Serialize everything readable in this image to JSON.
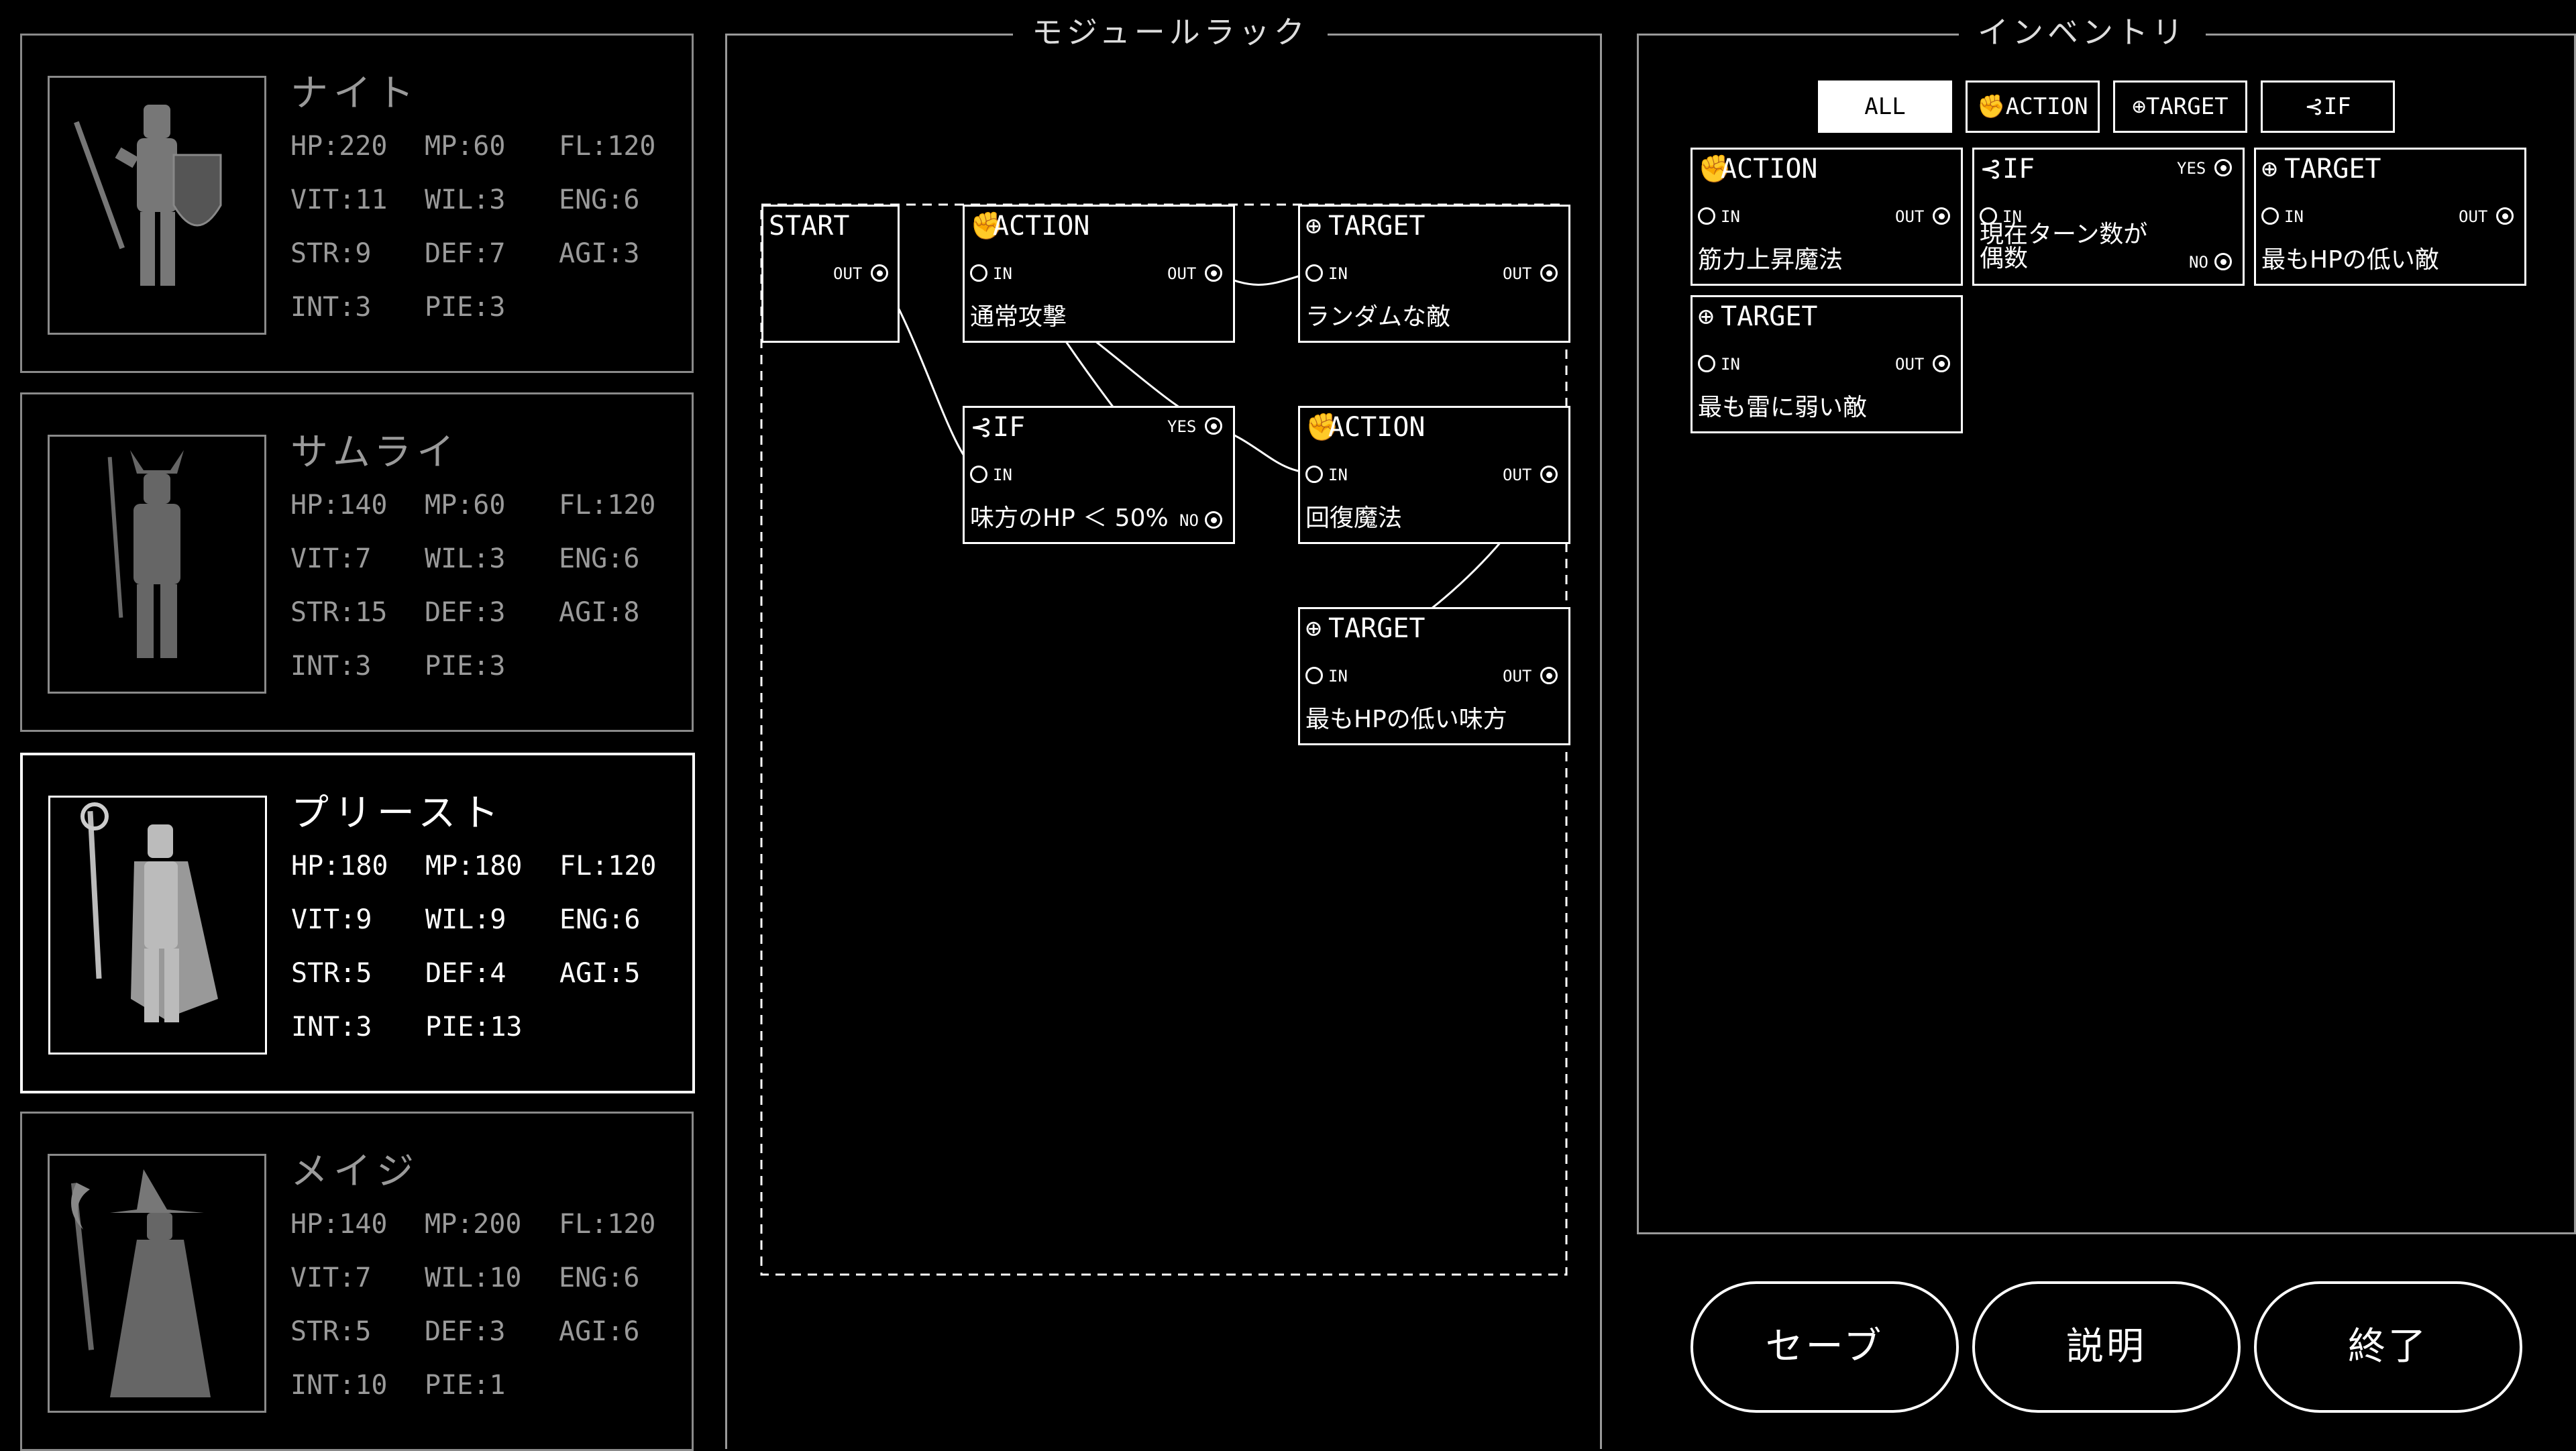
{
  "rack": {
    "title": "モジュールラック"
  },
  "inventory": {
    "title": "インベントリ",
    "filters": [
      {
        "label": "ALL",
        "icon": ""
      },
      {
        "label": "ACTION",
        "icon": "✊"
      },
      {
        "label": "TARGET",
        "icon": "⊕"
      },
      {
        "label": "IF",
        "icon": "⊰"
      }
    ]
  },
  "characters": [
    {
      "name": "ナイト",
      "hp": "HP:220",
      "mp": "MP:60",
      "fl": "FL:120",
      "vit": "VIT:11",
      "wil": "WIL:3",
      "eng": "ENG:6",
      "str": "STR:9",
      "def": "DEF:7",
      "agi": "AGI:3",
      "int": "INT:3",
      "pie": "PIE:3"
    },
    {
      "name": "サムライ",
      "hp": "HP:140",
      "mp": "MP:60",
      "fl": "FL:120",
      "vit": "VIT:7",
      "wil": "WIL:3",
      "eng": "ENG:6",
      "str": "STR:15",
      "def": "DEF:3",
      "agi": "AGI:8",
      "int": "INT:3",
      "pie": "PIE:3"
    },
    {
      "name": "プリースト",
      "hp": "HP:180",
      "mp": "MP:180",
      "fl": "FL:120",
      "vit": "VIT:9",
      "wil": "WIL:9",
      "eng": "ENG:6",
      "str": "STR:5",
      "def": "DEF:4",
      "agi": "AGI:5",
      "int": "INT:3",
      "pie": "PIE:13"
    },
    {
      "name": "メイジ",
      "hp": "HP:140",
      "mp": "MP:200",
      "fl": "FL:120",
      "vit": "VIT:7",
      "wil": "WIL:10",
      "eng": "ENG:6",
      "str": "STR:5",
      "def": "DEF:3",
      "agi": "AGI:6",
      "int": "INT:10",
      "pie": "PIE:1"
    }
  ],
  "selected_character": "プリースト",
  "ports": {
    "in": "IN",
    "out": "OUT",
    "yes": "YES",
    "no": "NO"
  },
  "nodes": {
    "start": {
      "label": "START"
    },
    "action1": {
      "type": "ACTION",
      "desc": "通常攻撃"
    },
    "target1": {
      "type": "TARGET",
      "desc": "ランダムな敵"
    },
    "if1": {
      "type": "IF",
      "desc": "味方のHP ＜ 50%"
    },
    "action2": {
      "type": "ACTION",
      "desc": "回復魔法"
    },
    "target2": {
      "type": "TARGET",
      "desc": "最もHPの低い味方"
    }
  },
  "inventory_items": [
    {
      "type": "ACTION",
      "desc": "筋力上昇魔法"
    },
    {
      "type": "IF",
      "desc_line1": "現在ターン数が",
      "desc_line2": "偶数"
    },
    {
      "type": "TARGET",
      "desc": "最もHPの低い敵"
    },
    {
      "type": "TARGET",
      "desc": "最も雷に弱い敵"
    }
  ],
  "buttons": {
    "save": "セーブ",
    "help": "説明",
    "quit": "終了"
  },
  "icons": {
    "action": "fist-icon",
    "target": "crosshair-icon",
    "if": "branch-icon"
  },
  "colors": {
    "background": "#000000",
    "foreground": "#ffffff",
    "dim": "#9a9a9a"
  }
}
